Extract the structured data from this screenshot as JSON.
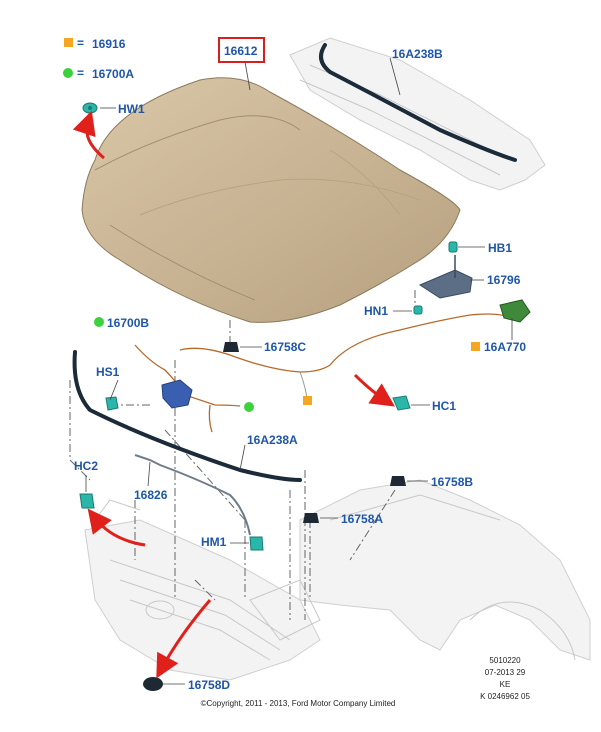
{
  "legend": {
    "orange_part": "16916",
    "green_part": "16700A",
    "orange_color": "#f5a623",
    "green_color": "#3dd13d",
    "equals": "="
  },
  "labels": {
    "hood": "16612",
    "cowl_seal": "16A238B",
    "hw1": "HW1",
    "hb1": "HB1",
    "striker": "16796",
    "hn1": "HN1",
    "bumper_c": "16758C",
    "harness": "16700B",
    "release_cable": "16A770",
    "hs1": "HS1",
    "hc1": "HC1",
    "front_seal": "16A238A",
    "hc2": "HC2",
    "prop": "16826",
    "bumper_b": "16758B",
    "bumper_a": "16758A",
    "hm1": "HM1",
    "bumper_d": "16758D"
  },
  "reference": {
    "line1": "5010220",
    "line2": "07-2013 29",
    "line3": "KE",
    "line4": "K 0246962 05"
  },
  "copyright": "©Copyright, 2011 - 2013, Ford Motor Company Limited",
  "colors": {
    "label_blue": "#1f56a8",
    "hood_fill": "#c9b595",
    "arrow_red": "#e0201b",
    "highlight_box": "#d62020",
    "teal_part": "#2ab7a9"
  }
}
